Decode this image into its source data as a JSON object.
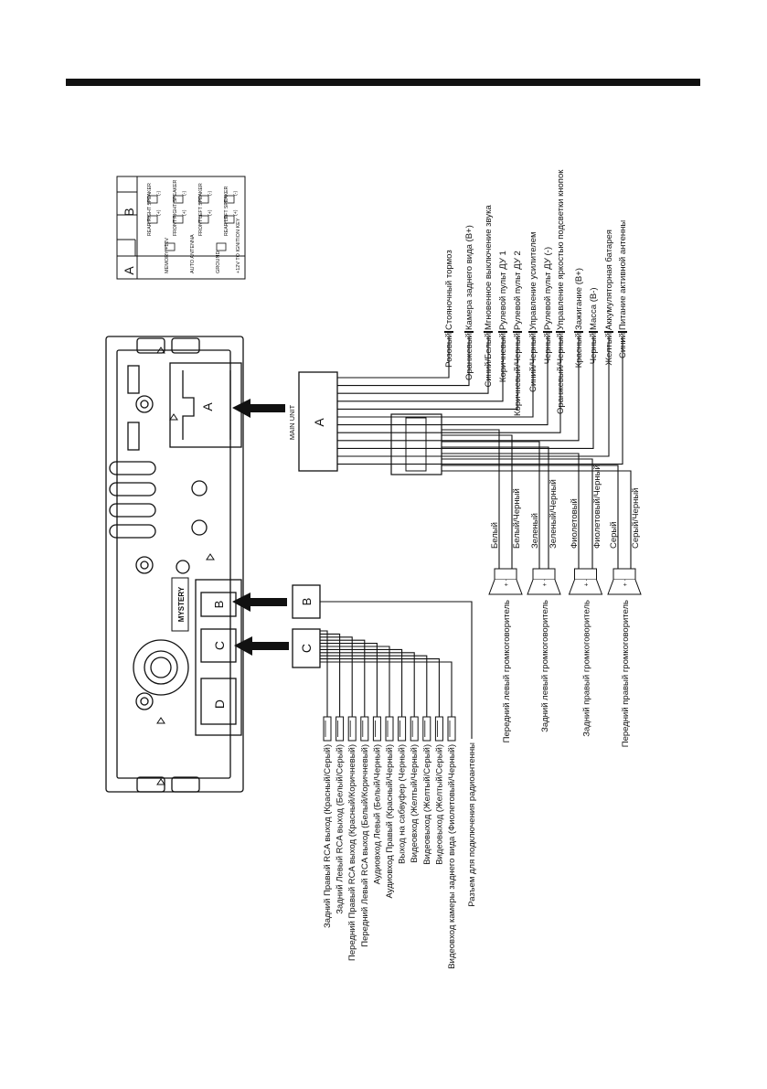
{
  "main_unit": {
    "label": "MAIN UNIT",
    "conn_a": "A",
    "conn_b": "B",
    "conn_c": "C",
    "conn_d": "D",
    "brand": "MYSTERY"
  },
  "harness": {
    "block_a": "A",
    "block_b": "B",
    "block_c": "C"
  },
  "pin_diagram": {
    "a_label": "A",
    "b_label": "B",
    "a_pins": [
      "MEMORY +12V",
      "AUTO ANTENNA",
      "GROUND",
      "+12V TO IGNITION KEY"
    ],
    "b_pins": [
      "REAR RIGHT SPEAKER",
      "FRONT RIGHT SPEAKER",
      "FRONT LEFT SPEAKER",
      "REAR LEFT SPEAKER"
    ],
    "polarity": [
      "(+)",
      "(-)"
    ]
  },
  "wires_a": [
    {
      "color": "Розовый",
      "function": "Стояночный тормоз"
    },
    {
      "color": "Оранжевый",
      "function": "Камера заднего вида (В+)"
    },
    {
      "color": "Синий/Белый",
      "function": "Мгновенное выключение звука"
    },
    {
      "color": "Коричневый",
      "function": "Рулевой пульт ДУ 1"
    },
    {
      "color": "Коричневый/Черный",
      "function": "Рулевой пульт ДУ 2"
    },
    {
      "color": "Синий/Черный",
      "function": "Управление усилителем"
    },
    {
      "color": "Черный",
      "function": "Рулевой пульт ДУ (-)"
    },
    {
      "color": "Оранжевый/Черный",
      "function": "Управление яркостью подсветки кнопок"
    },
    {
      "color": "Красный",
      "function": "Зажигание (В+)"
    },
    {
      "color": "Черный",
      "function": "Масса (В-)"
    },
    {
      "color": "Желтый",
      "function": "Аккумуляторная батарея"
    },
    {
      "color": "Синий",
      "function": "Питание активной антенны"
    }
  ],
  "speaker_wires": [
    {
      "plus": "Белый",
      "minus": "Белый/Черный",
      "speaker": "Передний левый громкоговоритель"
    },
    {
      "plus": "Зеленый",
      "minus": "Зеленый/Черный",
      "speaker": "Задний левый громкоговоритель"
    },
    {
      "plus": "Фиолетовый",
      "minus": "Фиолетовый/Черный",
      "speaker": "Задний правый громкоговоритель"
    },
    {
      "plus": "Серый",
      "minus": "Серый/Черный",
      "speaker": "Передний правый громкоговоритель"
    }
  ],
  "speaker_polarity": "+  -",
  "rca_outputs": [
    "Задний Правый RCA выход (Красный/Серый)",
    "Задний Левый RCA выход (Белый/Серый)",
    "Передний Правый RCA выход (Красный/Коричневый)",
    "Передний Левый RCA выход (Белый/Коричневый)",
    "Аудиовход Левый (Белый/Черный)",
    "Аудиовход Правый (Красный/Черный)",
    "Выход на сабвуфер (Черный)",
    "Видеовход (Желтый/Черный)",
    "Видеовыход (Желтый/Серый)",
    "Видеовыход (Желтый/Серый)",
    "Видеовход камеры заднего вида (Фиолетовый/Черный)"
  ],
  "antenna_label": "Разъем для подключения радиоантенны"
}
